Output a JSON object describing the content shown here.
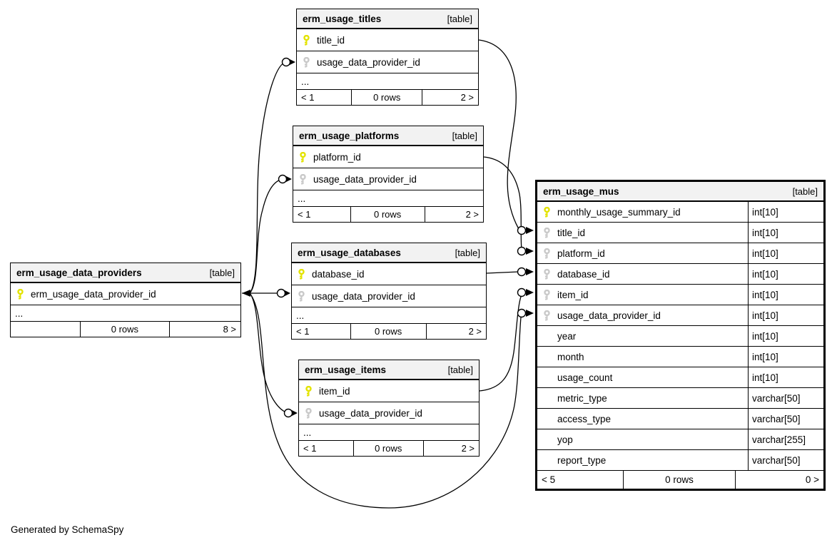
{
  "note": "Generated by SchemaSpy",
  "colors": {
    "primary_key_icon": "#e3e300",
    "foreign_key_icon": "#c9c9c9",
    "header_background": "#f2f2f2",
    "line": "#000000"
  },
  "tables": {
    "titles": {
      "name": "erm_usage_titles",
      "badge": "[table]",
      "fields": [
        {
          "name": "title_id",
          "key": "pk"
        },
        {
          "name": "usage_data_provider_id",
          "key": "fk"
        }
      ],
      "ellipsis": "...",
      "footer": {
        "left": "< 1",
        "center": "0 rows",
        "right": "2 >"
      }
    },
    "platforms": {
      "name": "erm_usage_platforms",
      "badge": "[table]",
      "fields": [
        {
          "name": "platform_id",
          "key": "pk"
        },
        {
          "name": "usage_data_provider_id",
          "key": "fk"
        }
      ],
      "ellipsis": "...",
      "footer": {
        "left": "< 1",
        "center": "0 rows",
        "right": "2 >"
      }
    },
    "databases": {
      "name": "erm_usage_databases",
      "badge": "[table]",
      "fields": [
        {
          "name": "database_id",
          "key": "pk"
        },
        {
          "name": "usage_data_provider_id",
          "key": "fk"
        }
      ],
      "ellipsis": "...",
      "footer": {
        "left": "< 1",
        "center": "0 rows",
        "right": "2 >"
      }
    },
    "items": {
      "name": "erm_usage_items",
      "badge": "[table]",
      "fields": [
        {
          "name": "item_id",
          "key": "pk"
        },
        {
          "name": "usage_data_provider_id",
          "key": "fk"
        }
      ],
      "ellipsis": "...",
      "footer": {
        "left": "< 1",
        "center": "0 rows",
        "right": "2 >"
      }
    },
    "providers": {
      "name": "erm_usage_data_providers",
      "badge": "[table]",
      "fields": [
        {
          "name": "erm_usage_data_provider_id",
          "key": "pk"
        }
      ],
      "ellipsis": "...",
      "footer": {
        "left": "",
        "center": "0 rows",
        "right": "8 >"
      }
    },
    "mus": {
      "name": "erm_usage_mus",
      "badge": "[table]",
      "fields": [
        {
          "name": "monthly_usage_summary_id",
          "key": "pk",
          "type": "int[10]"
        },
        {
          "name": "title_id",
          "key": "fk",
          "type": "int[10]"
        },
        {
          "name": "platform_id",
          "key": "fk",
          "type": "int[10]"
        },
        {
          "name": "database_id",
          "key": "fk",
          "type": "int[10]"
        },
        {
          "name": "item_id",
          "key": "fk",
          "type": "int[10]"
        },
        {
          "name": "usage_data_provider_id",
          "key": "fk",
          "type": "int[10]"
        },
        {
          "name": "year",
          "key": "",
          "type": "int[10]"
        },
        {
          "name": "month",
          "key": "",
          "type": "int[10]"
        },
        {
          "name": "usage_count",
          "key": "",
          "type": "int[10]"
        },
        {
          "name": "metric_type",
          "key": "",
          "type": "varchar[50]"
        },
        {
          "name": "access_type",
          "key": "",
          "type": "varchar[50]"
        },
        {
          "name": "yop",
          "key": "",
          "type": "varchar[255]"
        },
        {
          "name": "report_type",
          "key": "",
          "type": "varchar[50]"
        }
      ],
      "footer": {
        "left": "< 5",
        "center": "0 rows",
        "right": "0 >"
      }
    }
  },
  "relationships": [
    {
      "pk_table": "erm_usage_titles",
      "pk_column": "title_id",
      "fk_table": "erm_usage_mus",
      "fk_column": "title_id"
    },
    {
      "pk_table": "erm_usage_platforms",
      "pk_column": "platform_id",
      "fk_table": "erm_usage_mus",
      "fk_column": "platform_id"
    },
    {
      "pk_table": "erm_usage_databases",
      "pk_column": "database_id",
      "fk_table": "erm_usage_mus",
      "fk_column": "database_id"
    },
    {
      "pk_table": "erm_usage_items",
      "pk_column": "item_id",
      "fk_table": "erm_usage_mus",
      "fk_column": "item_id"
    },
    {
      "pk_table": "erm_usage_data_providers",
      "pk_column": "erm_usage_data_provider_id",
      "fk_table": "erm_usage_mus",
      "fk_column": "usage_data_provider_id"
    },
    {
      "pk_table": "erm_usage_data_providers",
      "pk_column": "erm_usage_data_provider_id",
      "fk_table": "erm_usage_titles",
      "fk_column": "usage_data_provider_id"
    },
    {
      "pk_table": "erm_usage_data_providers",
      "pk_column": "erm_usage_data_provider_id",
      "fk_table": "erm_usage_platforms",
      "fk_column": "usage_data_provider_id"
    },
    {
      "pk_table": "erm_usage_data_providers",
      "pk_column": "erm_usage_data_provider_id",
      "fk_table": "erm_usage_databases",
      "fk_column": "usage_data_provider_id"
    },
    {
      "pk_table": "erm_usage_data_providers",
      "pk_column": "erm_usage_data_provider_id",
      "fk_table": "erm_usage_items",
      "fk_column": "usage_data_provider_id"
    }
  ]
}
